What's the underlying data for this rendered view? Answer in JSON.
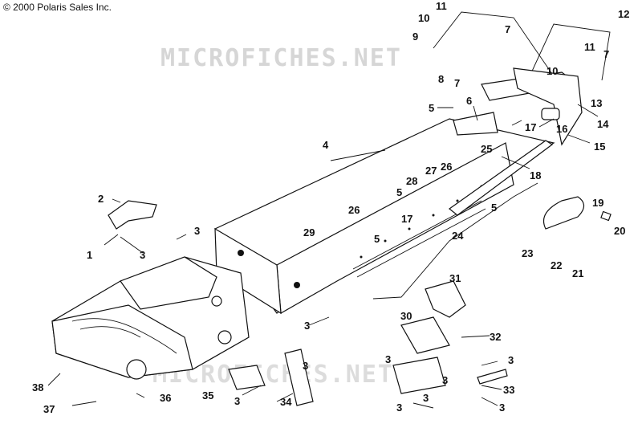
{
  "copyright": "© 2000 Polaris Sales Inc.",
  "watermarks": [
    "MICROFICHES.NET",
    "MICROFICHES.NET"
  ],
  "callouts": [
    {
      "id": "c1",
      "label": "1"
    },
    {
      "id": "c2",
      "label": "2"
    },
    {
      "id": "c3a",
      "label": "3"
    },
    {
      "id": "c3b",
      "label": "3"
    },
    {
      "id": "c3c",
      "label": "3"
    },
    {
      "id": "c3d",
      "label": "3"
    },
    {
      "id": "c3e",
      "label": "3"
    },
    {
      "id": "c3f",
      "label": "3"
    },
    {
      "id": "c3g",
      "label": "3"
    },
    {
      "id": "c3h",
      "label": "3"
    },
    {
      "id": "c3i",
      "label": "3"
    },
    {
      "id": "c3j",
      "label": "3"
    },
    {
      "id": "c3k",
      "label": "3"
    },
    {
      "id": "c4",
      "label": "4"
    },
    {
      "id": "c5a",
      "label": "5"
    },
    {
      "id": "c5b",
      "label": "5"
    },
    {
      "id": "c5c",
      "label": "5"
    },
    {
      "id": "c5d",
      "label": "5"
    },
    {
      "id": "c6",
      "label": "6"
    },
    {
      "id": "c7a",
      "label": "7"
    },
    {
      "id": "c7b",
      "label": "7"
    },
    {
      "id": "c7c",
      "label": "7"
    },
    {
      "id": "c8",
      "label": "8"
    },
    {
      "id": "c9",
      "label": "9"
    },
    {
      "id": "c10a",
      "label": "10"
    },
    {
      "id": "c10b",
      "label": "10"
    },
    {
      "id": "c11a",
      "label": "11"
    },
    {
      "id": "c11b",
      "label": "11"
    },
    {
      "id": "c12",
      "label": "12"
    },
    {
      "id": "c13",
      "label": "13"
    },
    {
      "id": "c14",
      "label": "14"
    },
    {
      "id": "c15",
      "label": "15"
    },
    {
      "id": "c16",
      "label": "16"
    },
    {
      "id": "c17a",
      "label": "17"
    },
    {
      "id": "c17b",
      "label": "17"
    },
    {
      "id": "c18",
      "label": "18"
    },
    {
      "id": "c19",
      "label": "19"
    },
    {
      "id": "c20",
      "label": "20"
    },
    {
      "id": "c21",
      "label": "21"
    },
    {
      "id": "c22",
      "label": "22"
    },
    {
      "id": "c23",
      "label": "23"
    },
    {
      "id": "c24",
      "label": "24"
    },
    {
      "id": "c25",
      "label": "25"
    },
    {
      "id": "c26a",
      "label": "26"
    },
    {
      "id": "c26b",
      "label": "26"
    },
    {
      "id": "c27",
      "label": "27"
    },
    {
      "id": "c28",
      "label": "28"
    },
    {
      "id": "c29",
      "label": "29"
    },
    {
      "id": "c30",
      "label": "30"
    },
    {
      "id": "c31",
      "label": "31"
    },
    {
      "id": "c32",
      "label": "32"
    },
    {
      "id": "c33",
      "label": "33"
    },
    {
      "id": "c34",
      "label": "34"
    },
    {
      "id": "c35",
      "label": "35"
    },
    {
      "id": "c36",
      "label": "36"
    },
    {
      "id": "c37",
      "label": "37"
    },
    {
      "id": "c38",
      "label": "38"
    }
  ]
}
